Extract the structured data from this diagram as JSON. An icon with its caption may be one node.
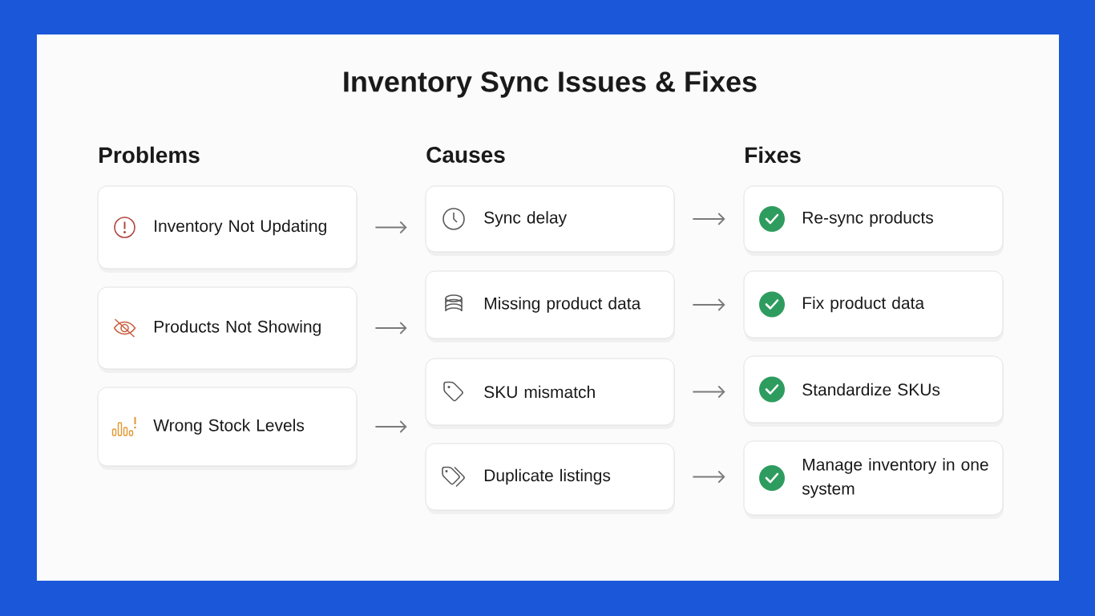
{
  "diagram": {
    "title": "Inventory Sync Issues & Fixes",
    "nodes": [
      {
        "text": [
          "Inventory Not Updating"
        ]
      },
      {
        "text": [
          "Products Not Showing"
        ]
      },
      {
        "text": [
          "Wrong Stock Levels"
        ]
      },
      {
        "text": [
          "Sync delay"
        ]
      },
      {
        "text": [
          "Missing product data"
        ]
      },
      {
        "text": [
          "SKU mismatch"
        ]
      },
      {
        "text": [
          "Duplicate listings"
        ]
      },
      {
        "text": [
          "Re-sync products"
        ]
      },
      {
        "text": [
          "Fix product data"
        ]
      },
      {
        "text": [
          "Standardize SKUs"
        ]
      },
      {
        "text": [
          "Manage inventory in one system"
        ]
      }
    ],
    "edges": [
      {
        "from": 0,
        "to": 3,
        "arrow": "to"
      },
      {
        "from": 1,
        "to": 4,
        "arrow": "to"
      },
      {
        "from": 2,
        "to": 5,
        "arrow": "to"
      },
      {
        "from": 3,
        "to": 7,
        "arrow": "to"
      },
      {
        "from": 4,
        "to": 8,
        "arrow": "to"
      },
      {
        "from": 5,
        "to": 9,
        "arrow": "to"
      },
      {
        "from": 6,
        "to": 10,
        "arrow": "to"
      }
    ],
    "labels": [
      "Problems",
      "Causes",
      "Fixes"
    ]
  }
}
